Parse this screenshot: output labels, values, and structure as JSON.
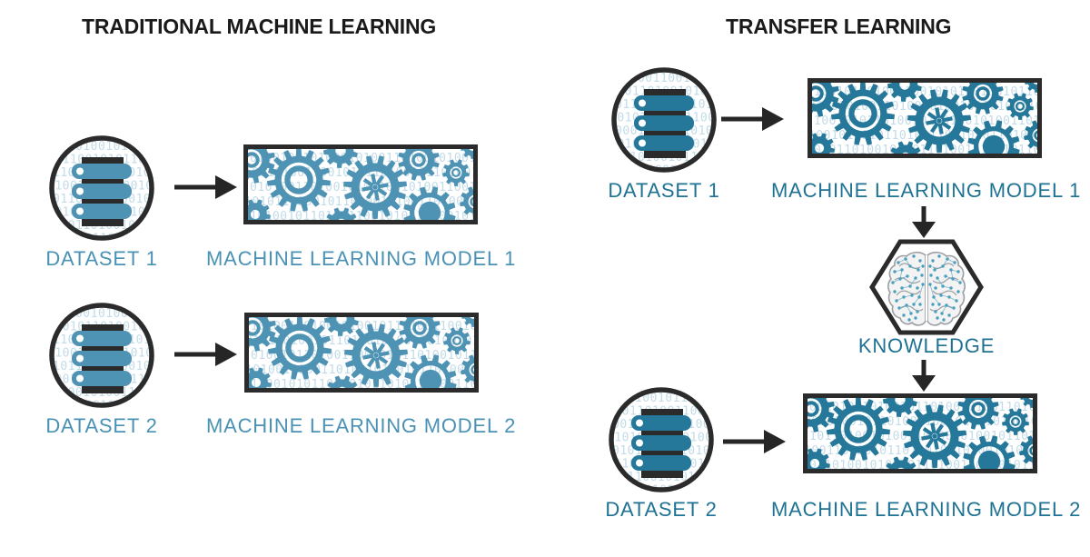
{
  "headings": {
    "traditional": "TRADITIONAL MACHINE LEARNING",
    "transfer": "TRANSFER LEARNING"
  },
  "traditional": {
    "row1": {
      "dataset": "DATASET 1",
      "model": "MACHINE LEARNING MODEL 1"
    },
    "row2": {
      "dataset": "DATASET 2",
      "model": "MACHINE LEARNING MODEL 2"
    }
  },
  "transfer": {
    "row1": {
      "dataset": "DATASET 1",
      "model": "MACHINE LEARNING MODEL 1"
    },
    "knowledge": "KNOWLEDGE",
    "row2": {
      "dataset": "DATASET 2",
      "model": "MACHINE LEARNING MODEL 2"
    }
  },
  "icons": {
    "dataset-icon": "database-stack-in-circle",
    "model-icon": "gears-in-rectangle",
    "knowledge-icon": "brain-in-hexagon",
    "arrow-right-icon": "→",
    "arrow-down-icon": "↓"
  },
  "colors": {
    "heading": "#1A1A1A",
    "outline": "#2B2B2B",
    "arrow": "#262626",
    "teal_left": "#4E93B4",
    "teal_left_text": "#4A92B4",
    "teal_right": "#26789A",
    "teal_right_text": "#1E7293",
    "binary": "#BFDAE7",
    "brain_outline": "#9B9FA4",
    "brain_fill": "#F3F3F3",
    "brain_dot": "#4AA0BF"
  },
  "assets": {
    "binary": "01001011010001010011010010100101101001100101011010010110100101001101001010010110100110010101101001011010010100110100101001011010011001010110100101101001010011010010100101101001100101011010010010110100"
  }
}
